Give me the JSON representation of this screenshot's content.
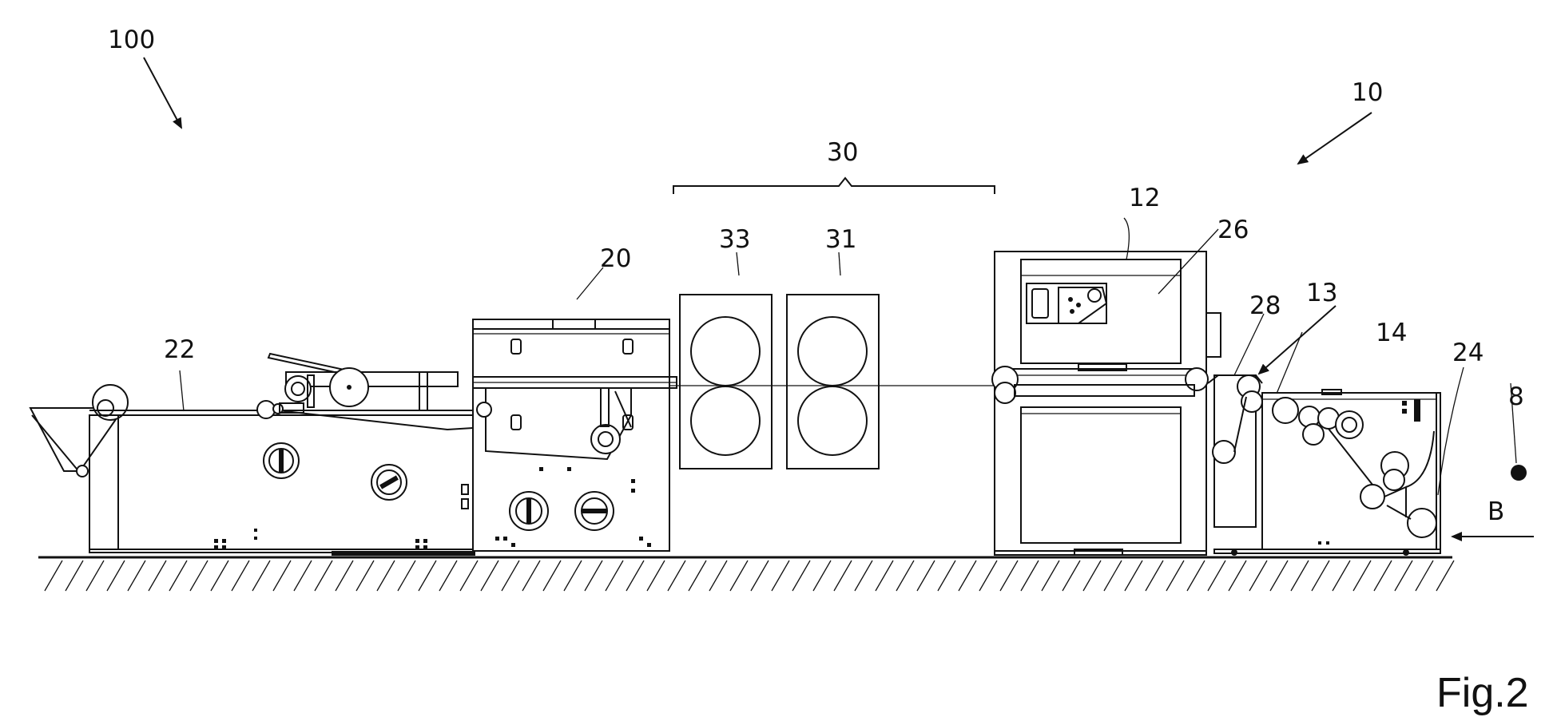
{
  "labels": {
    "l100": "100",
    "l10": "10",
    "l30": "30",
    "l12": "12",
    "l26": "26",
    "l33": "33",
    "l31": "31",
    "l20": "20",
    "l28": "28",
    "l13": "13",
    "l14": "14",
    "l22": "22",
    "l24": "24",
    "l8": "8",
    "lB": "B"
  },
  "figure_caption": "Fig.2",
  "colors": {
    "line": "#111111",
    "background": "#ffffff"
  }
}
